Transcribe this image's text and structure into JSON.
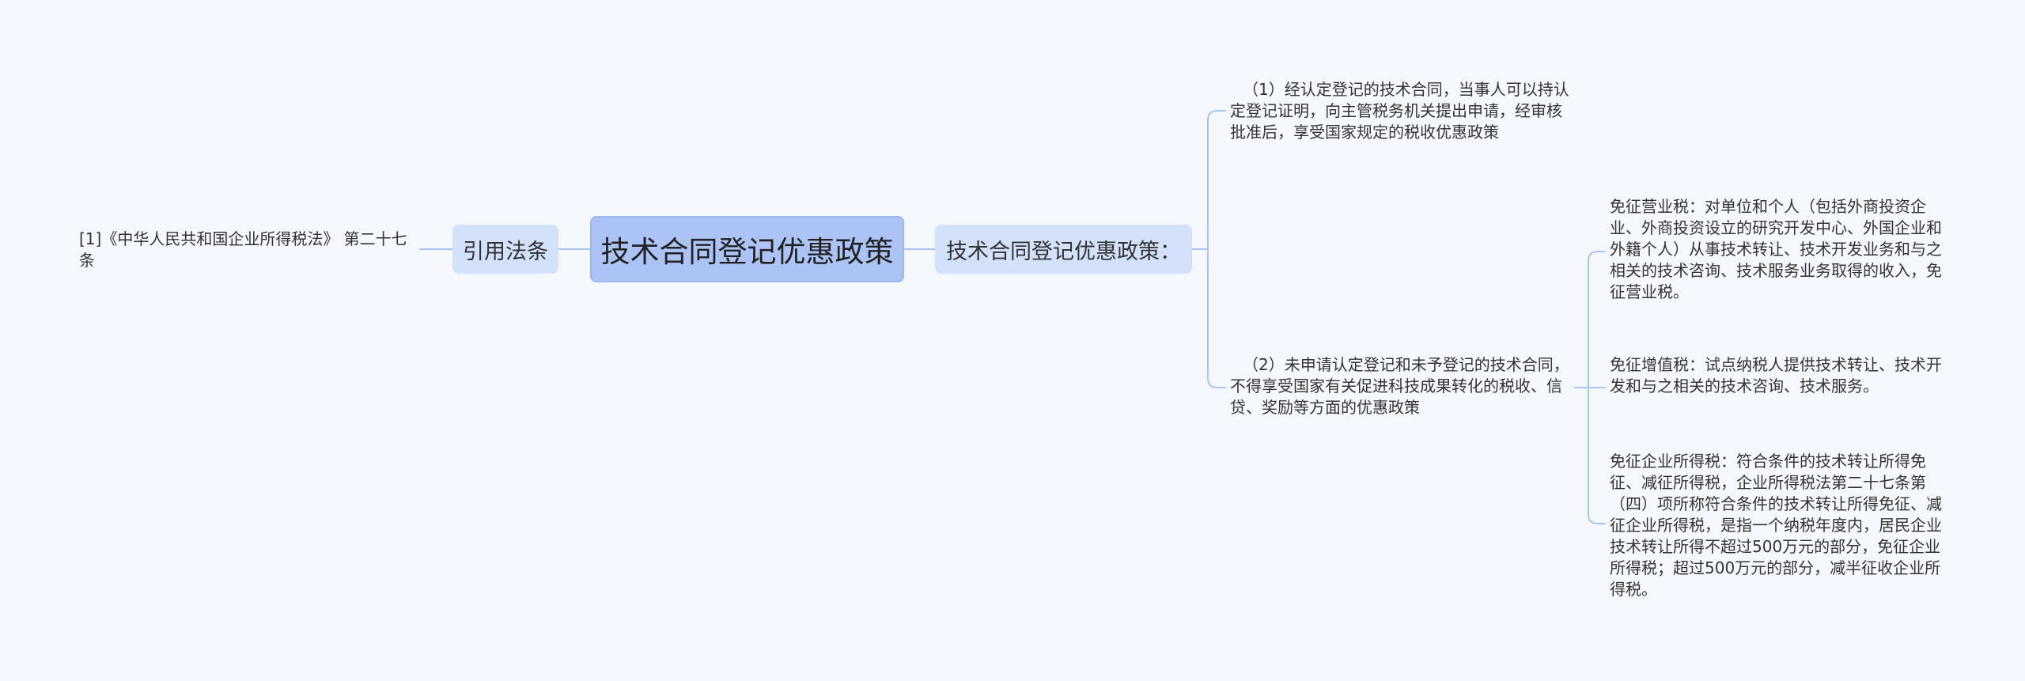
{
  "mindmap": {
    "root": {
      "label": "技术合同登记优惠政策"
    },
    "left": {
      "label": "引用法条",
      "children": [
        {
          "label": "[1]《中华人民共和国企业所得税法》 第二十七条"
        }
      ]
    },
    "right": {
      "label": "技术合同登记优惠政策：",
      "children": [
        {
          "label": "（1）经认定登记的技术合同，当事人可以持认定登记证明，向主管税务机关提出申请，经审核批准后，享受国家规定的税收优惠政策"
        },
        {
          "label": "（2）未申请认定登记和未予登记的技术合同，不得享受国家有关促进科技成果转化的税收、信贷、奖励等方面的优惠政策",
          "children": [
            {
              "label": "免征营业税：对单位和个人（包括外商投资企业、外商投资设立的研究开发中心、外国企业和外籍个人）从事技术转让、技术开发业务和与之相关的技术咨询、技术服务业务取得的收入，免征营业税。"
            },
            {
              "label": "免征增值税：试点纳税人提供技术转让、技术开发和与之相关的技术咨询、技术服务。"
            },
            {
              "label": "免征企业所得税：符合条件的技术转让所得免征、减征所得税，企业所得税法第二十七条第（四）项所称符合条件的技术转让所得免征、减征企业所得税，是指一个纳税年度内，居民企业技术转让所得不超过500万元的部分，免征企业所得税；超过500万元的部分，减半征收企业所得税。"
            }
          ]
        }
      ]
    }
  },
  "colors": {
    "line": "#a9c3f2",
    "root_fill": "#acc4f5",
    "node_fill": "#d4e1fb",
    "background": "#f5f8fe"
  }
}
